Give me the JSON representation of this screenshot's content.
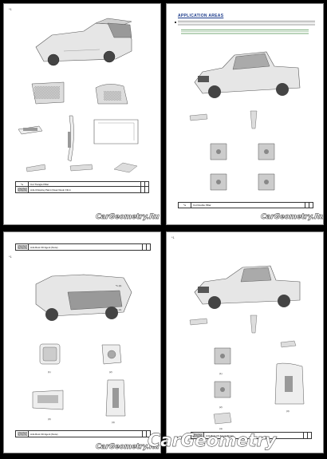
{
  "watermark": {
    "small": "CarGeometry.Ru",
    "big": "CarGeometry"
  },
  "page1": {
    "page_no": "*1",
    "legend": [
      {
        "a": "*a",
        "b": "Cut Trangle Pillar",
        "c": ""
      },
      {
        "a": "",
        "b": "Anti-Chipping Paint (Clear Resin Film)",
        "c": ""
      }
    ]
  },
  "page2": {
    "heading": "APPLICATION AREAS",
    "legend": [
      {
        "a": "*a",
        "b": "Cut Double Pillar",
        "c": ""
      }
    ]
  },
  "page3": {
    "page_no": "*1",
    "legend_top": [
      {
        "a": "",
        "b": "Anti-Rust Oil Agent (Note)",
        "c": ""
      }
    ],
    "legend_bottom": [
      {
        "a": "",
        "b": "Anti-Rust Oil Agent (Note)",
        "c": ""
      }
    ],
    "labels": [
      "(1)",
      "(2)",
      "(3)",
      "(4)",
      "*1 (2)",
      "*1 (1)"
    ]
  },
  "page4": {
    "page_no": "*1",
    "legend": [
      {
        "a": "",
        "b": "Anti-Rust Oil Agent (Note)",
        "c": ""
      }
    ],
    "labels": [
      "(1)",
      "(2)",
      "(3)",
      "(4)"
    ]
  }
}
